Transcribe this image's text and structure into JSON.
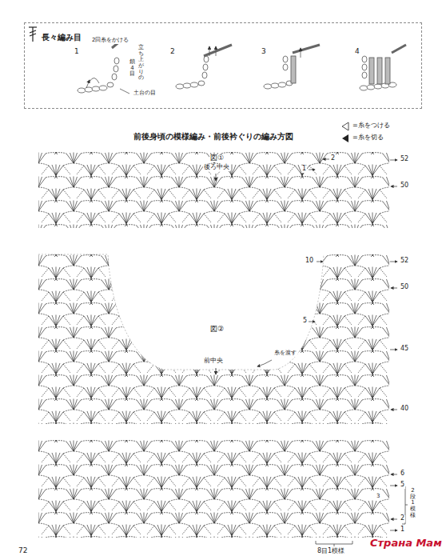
{
  "diagram": {
    "title": "前後身頃の模様編み・前後衿ぐりの編み方図",
    "nodes": [
      {
        "text": [
          "長々編み目"
        ]
      }
    ],
    "labels": [
      "1",
      "2",
      "3",
      "4",
      "2回糸をかける",
      "立ち上がりの",
      "鎖4目",
      "土台の目",
      "図①",
      "後ろ中央",
      "2",
      "1",
      "52",
      "50",
      "10",
      "52",
      "50",
      "5",
      "図②",
      "45",
      "前中央",
      "糸を渡す",
      "40",
      "6",
      "5",
      "2段1模様",
      "3",
      "2",
      "1",
      "8目1模様",
      "72",
      "Страна Мам"
    ],
    "legend": [
      {
        "text": "=糸をつける"
      },
      {
        "text": "=糸を切る"
      }
    ]
  }
}
